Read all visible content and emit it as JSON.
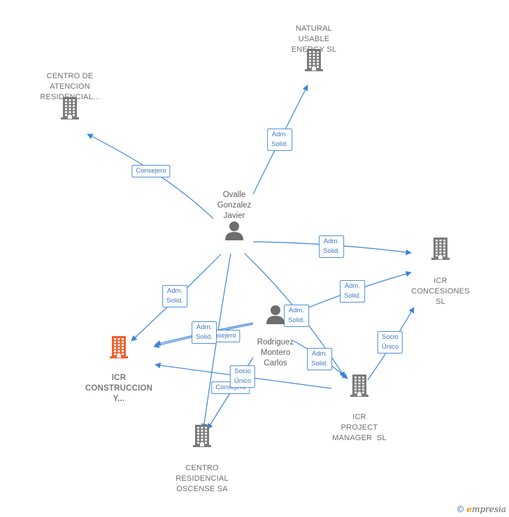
{
  "nodes": {
    "centro_atencion": {
      "label": "CENTRO DE\nATENCION\nRESIDENCIAL...",
      "type": "company"
    },
    "natural_usable": {
      "label": "NATURAL\nUSABLE\nENERGY SL",
      "type": "company"
    },
    "ovalle": {
      "label": "Ovalle\nGonzalez\nJavier",
      "type": "person"
    },
    "icr_concesiones": {
      "label": "ICR\nCONCESIONES\nSL",
      "type": "company"
    },
    "rodriguez": {
      "label": "Rodriguez\nMontero\nCarlos",
      "type": "person"
    },
    "icr_construccion": {
      "label": "ICR\nCONSTRUCCION\nY...",
      "type": "company-main"
    },
    "icr_project": {
      "label": "ICR\nPROJECT\nMANAGER  SL",
      "type": "company"
    },
    "centro_residencial": {
      "label": "CENTRO\nRESIDENCIAL\nOSCENSE SA",
      "type": "company"
    }
  },
  "edges": [
    {
      "from": "ovalle",
      "to": "centro_atencion",
      "label": "Consejero"
    },
    {
      "from": "ovalle",
      "to": "natural_usable",
      "label": "Adm.\nSolid."
    },
    {
      "from": "ovalle",
      "to": "icr_concesiones",
      "label": "Adm.\nSolid."
    },
    {
      "from": "ovalle",
      "to": "icr_construccion",
      "label": "Adm.\nSolid."
    },
    {
      "from": "ovalle",
      "to": "icr_project",
      "label": "Adm.\nSolid."
    },
    {
      "from": "ovalle",
      "to": "centro_residencial",
      "label": "Consejero"
    },
    {
      "from": "rodriguez",
      "to": "icr_concesiones",
      "label": "Adm.\nSolid."
    },
    {
      "from": "rodriguez",
      "to": "icr_construccion",
      "label": "Consejero"
    },
    {
      "from": "rodriguez",
      "to": "icr_construccion",
      "label": "Adm.\nSolid."
    },
    {
      "from": "rodriguez",
      "to": "icr_project",
      "label": "Adm.\nSolid."
    },
    {
      "from": "rodriguez",
      "to": "centro_residencial",
      "label": "Socio\nÚnico"
    },
    {
      "from": "icr_project",
      "to": "icr_concesiones",
      "label": "Socio\nÚnico"
    },
    {
      "from": "icr_project",
      "to": "icr_construccion",
      "label": ""
    }
  ],
  "footer": {
    "copyright": "©",
    "brand_initial": "e",
    "brand_rest": "mpresia"
  },
  "colors": {
    "edge": "#3f84d9",
    "company_icon": "#7b7b7b",
    "main_icon": "#f0622f",
    "person_icon": "#6d6d6d"
  }
}
